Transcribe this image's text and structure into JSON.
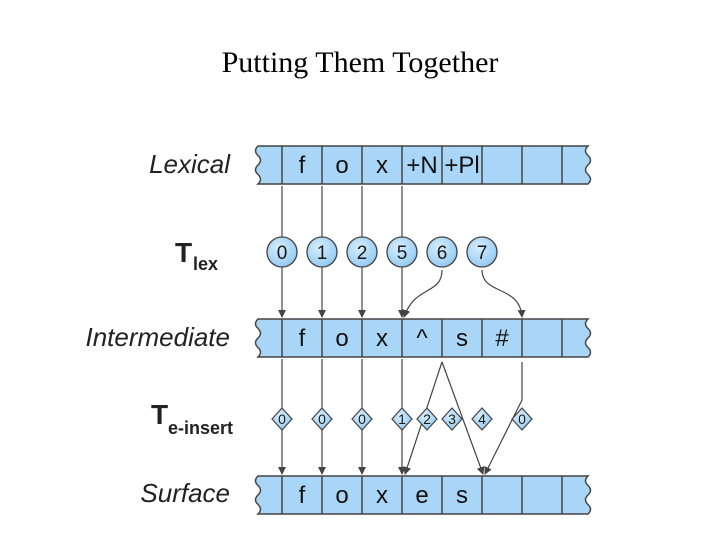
{
  "title": "Putting Them Together",
  "lexical": {
    "label": "Lexical",
    "cells": [
      "f",
      "o",
      "x",
      "+N",
      "+Pl",
      "",
      ""
    ]
  },
  "tlex": {
    "label_main": "T",
    "label_sub": "lex",
    "nodes": [
      "0",
      "1",
      "2",
      "5",
      "6",
      "7"
    ]
  },
  "intermediate": {
    "label": "Intermediate",
    "cells": [
      "f",
      "o",
      "x",
      "^",
      "s",
      "#",
      ""
    ]
  },
  "te_insert": {
    "label_main": "T",
    "label_sub": "e-insert",
    "nodes": [
      "0",
      "0",
      "0",
      "1",
      "2",
      "3",
      "4",
      "0"
    ]
  },
  "surface": {
    "label": "Surface",
    "cells": [
      "f",
      "o",
      "x",
      "e",
      "s",
      "",
      ""
    ]
  },
  "colors": {
    "tape_fill": "#a9d6f7",
    "node_fill": "#a9d6f7",
    "stroke": "#444444"
  }
}
